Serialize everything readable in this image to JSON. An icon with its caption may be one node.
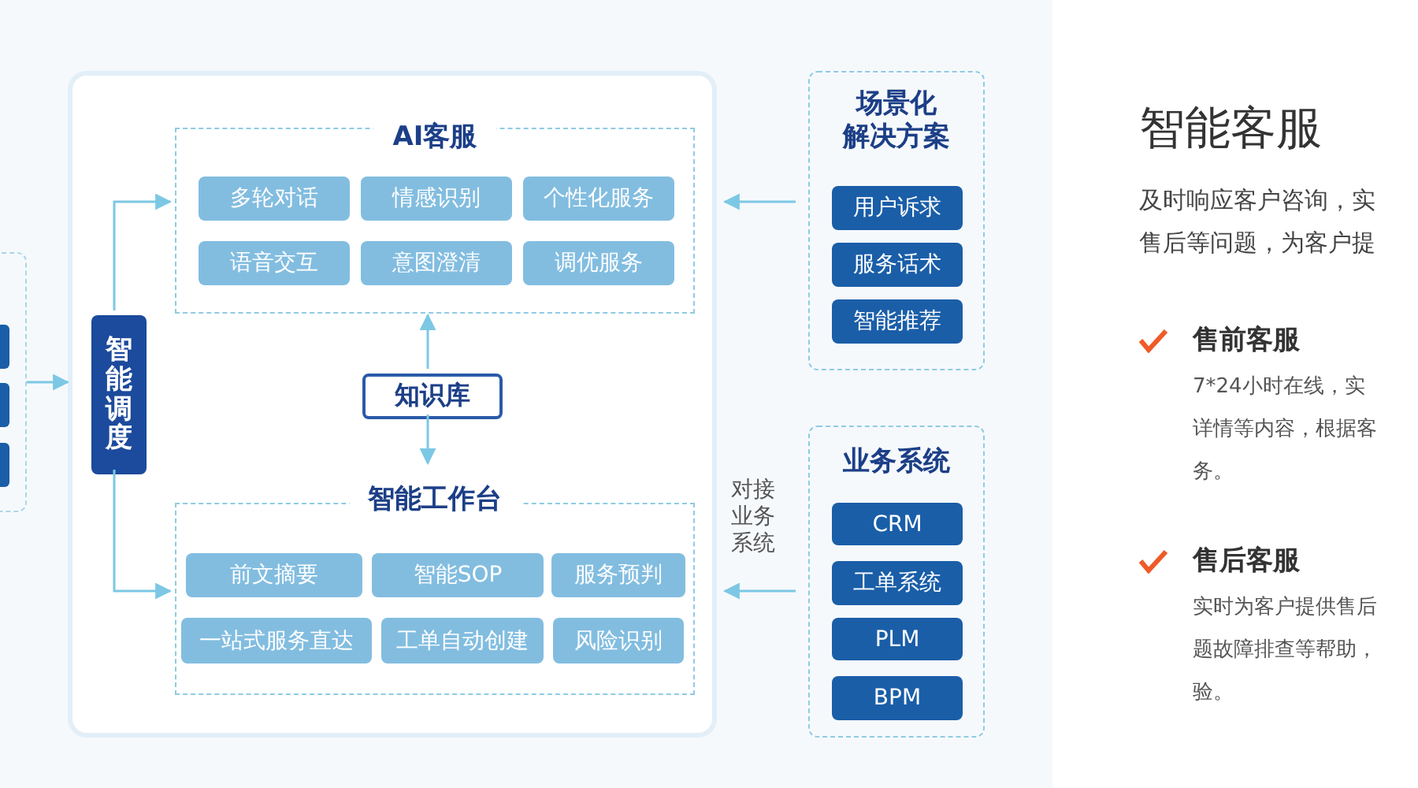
{
  "diagram": {
    "nodes": [
      {
        "text": [],
        "shape": "box"
      },
      {
        "text": [],
        "shape": "bar",
        "in": 0
      },
      {
        "text": [],
        "shape": "bar",
        "in": 0
      },
      {
        "text": [],
        "shape": "bar",
        "in": 0
      },
      {
        "text": [],
        "shape": "box"
      },
      {
        "text": [
          "智能调度"
        ],
        "in": 4
      },
      {
        "text": [
          "AI客服"
        ],
        "in": 4
      },
      {
        "text": [
          "多轮对话"
        ],
        "in": 6
      },
      {
        "text": [
          "情感识别"
        ],
        "in": 6
      },
      {
        "text": [
          "个性化服务"
        ],
        "in": 6
      },
      {
        "text": [
          "语音交互"
        ],
        "in": 6
      },
      {
        "text": [
          "意图澄清"
        ],
        "in": 6
      },
      {
        "text": [
          "调优服务"
        ],
        "in": 6
      },
      {
        "text": [
          "知识库"
        ],
        "in": 4
      },
      {
        "text": [
          "智能工作台"
        ],
        "in": 4
      },
      {
        "text": [
          "前文摘要"
        ],
        "in": 14
      },
      {
        "text": [
          "智能SOP"
        ],
        "in": 14
      },
      {
        "text": [
          "服务预判"
        ],
        "in": 14
      },
      {
        "text": [
          "一站式服务直达"
        ],
        "in": 14
      },
      {
        "text": [
          "工单自动创建"
        ],
        "in": 14
      },
      {
        "text": [
          "风险识别"
        ],
        "in": 14
      },
      {
        "text": [
          "场景化解决方案"
        ]
      },
      {
        "text": [
          "用户诉求"
        ],
        "in": 21
      },
      {
        "text": [
          "服务话术"
        ],
        "in": 21
      },
      {
        "text": [
          "智能推荐"
        ],
        "in": 21
      },
      {
        "text": [
          "业务系统"
        ]
      },
      {
        "text": [
          "CRM"
        ],
        "in": 25
      },
      {
        "text": [
          "工单系统"
        ],
        "in": 25
      },
      {
        "text": [
          "PLM"
        ],
        "in": 25
      },
      {
        "text": [
          "BPM"
        ],
        "in": 25
      }
    ],
    "edges": [
      {
        "from": 0,
        "to": 4,
        "arrow": "to"
      },
      {
        "from": 5,
        "to": 6,
        "arrow": "to"
      },
      {
        "from": 5,
        "to": 14,
        "arrow": "to"
      },
      {
        "from": 13,
        "to": 6,
        "arrow": "to"
      },
      {
        "from": 13,
        "to": 14,
        "arrow": "to"
      },
      {
        "from": 21,
        "to": 4,
        "arrow": "to"
      },
      {
        "from": 25,
        "to": 4,
        "arrow": "to",
        "label": "对接业务系统"
      }
    ],
    "labels": [
      "智能客服",
      "及时响应客户咨询，实",
      "售后等问题，为客户提",
      "售前客服",
      "7*24小时在线，实",
      "详情等内容，根据客",
      "务。",
      "售后客服",
      "实时为客户提供售后",
      "题故障排查等帮助，",
      "验。"
    ]
  }
}
